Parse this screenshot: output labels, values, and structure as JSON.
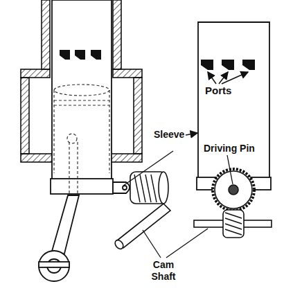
{
  "diagram": {
    "labels": [
      "Ports",
      "Sleeve",
      "Driving Pin",
      "Cam Shaft"
    ]
  }
}
